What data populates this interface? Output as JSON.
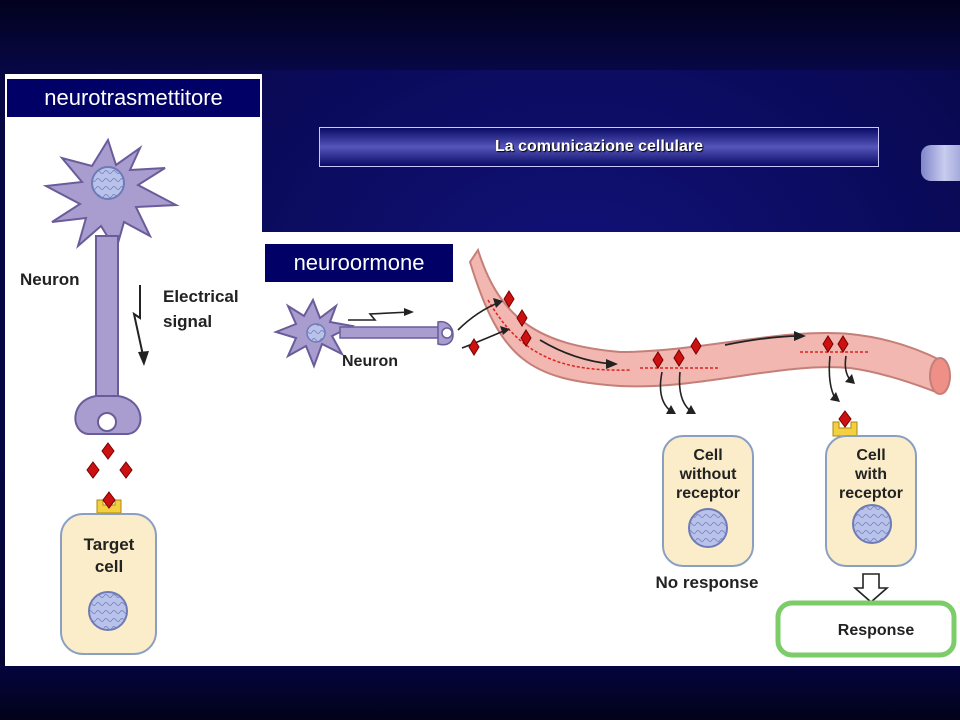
{
  "slide": {
    "title": "La comunicazione cellulare",
    "label_left": "neurotrasmettitore",
    "label_right": "neuroormone"
  },
  "left_diagram": {
    "neuron_label": "Neuron",
    "signal_line1": "Electrical",
    "signal_line2": "signal",
    "target_line1": "Target",
    "target_line2": "cell"
  },
  "right_diagram": {
    "neuron_label": "Neuron",
    "cell_a_line1": "Cell",
    "cell_a_line2": "without",
    "cell_a_line3": "receptor",
    "cell_a_result": "No response",
    "cell_b_line1": "Cell",
    "cell_b_line2": "with",
    "cell_b_line3": "receptor",
    "cell_b_result": "Response"
  },
  "colors": {
    "background": "#0a0a5a",
    "label_bg": "#000066",
    "neuron": "#a99ccf",
    "vessel": "#f2b7b0",
    "molecule": "#cc1111",
    "cell": "#fbedc9",
    "response_border": "#7ccc6a"
  }
}
